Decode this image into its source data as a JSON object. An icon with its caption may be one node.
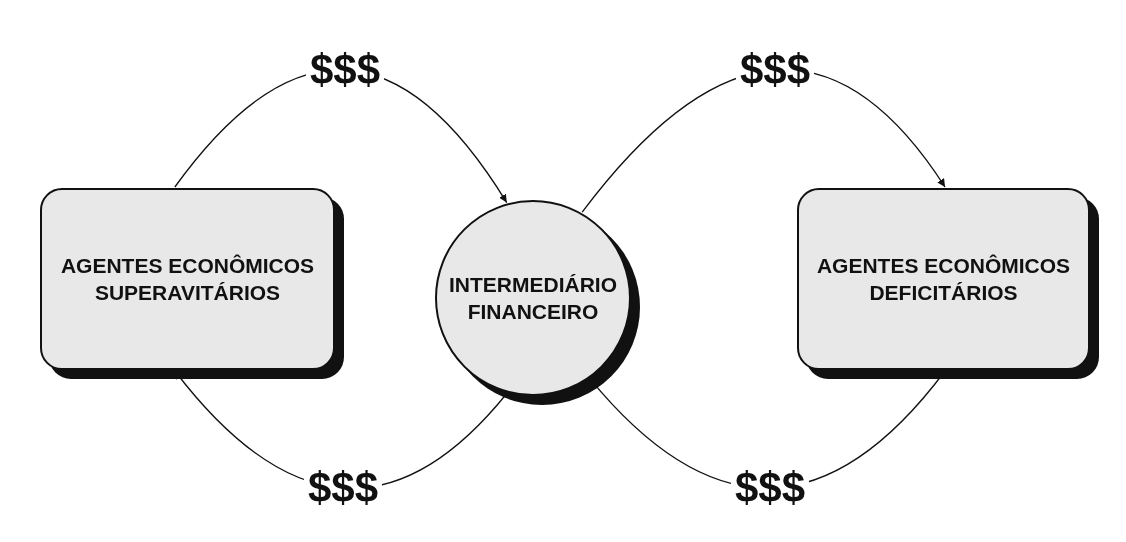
{
  "diagram": {
    "nodes": [
      {
        "text": [
          "AGENTES ECONÔMICOS SUPERAVITÁRIOS"
        ]
      },
      {
        "text": [
          "INTERMEDIÁRIO FINANCEIRO"
        ]
      },
      {
        "text": [
          "AGENTES ECONÔMICOS DEFICITÁRIOS"
        ]
      }
    ],
    "edges": [
      {
        "from": 0,
        "to": 1,
        "arrow": "to",
        "label": "$$$"
      },
      {
        "from": 1,
        "to": 2,
        "arrow": "to",
        "label": "$$$"
      },
      {
        "from": 2,
        "to": 1,
        "arrow": "to",
        "label": "$$$"
      },
      {
        "from": 1,
        "to": 0,
        "arrow": "to",
        "label": "$$$"
      }
    ]
  }
}
